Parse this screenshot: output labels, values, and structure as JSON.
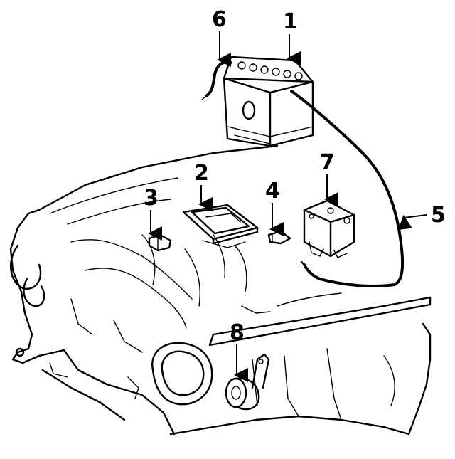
{
  "callouts": [
    {
      "id": "1",
      "label": "1",
      "part": "battery"
    },
    {
      "id": "2",
      "label": "2",
      "part": "battery-tray"
    },
    {
      "id": "3",
      "label": "3",
      "part": "battery-clamp-nut"
    },
    {
      "id": "4",
      "label": "4",
      "part": "battery-hold-down-bracket"
    },
    {
      "id": "5",
      "label": "5",
      "part": "positive-cable"
    },
    {
      "id": "6",
      "label": "6",
      "part": "negative-cable"
    },
    {
      "id": "7",
      "label": "7",
      "part": "relay-box"
    },
    {
      "id": "8",
      "label": "8",
      "part": "horn"
    }
  ]
}
